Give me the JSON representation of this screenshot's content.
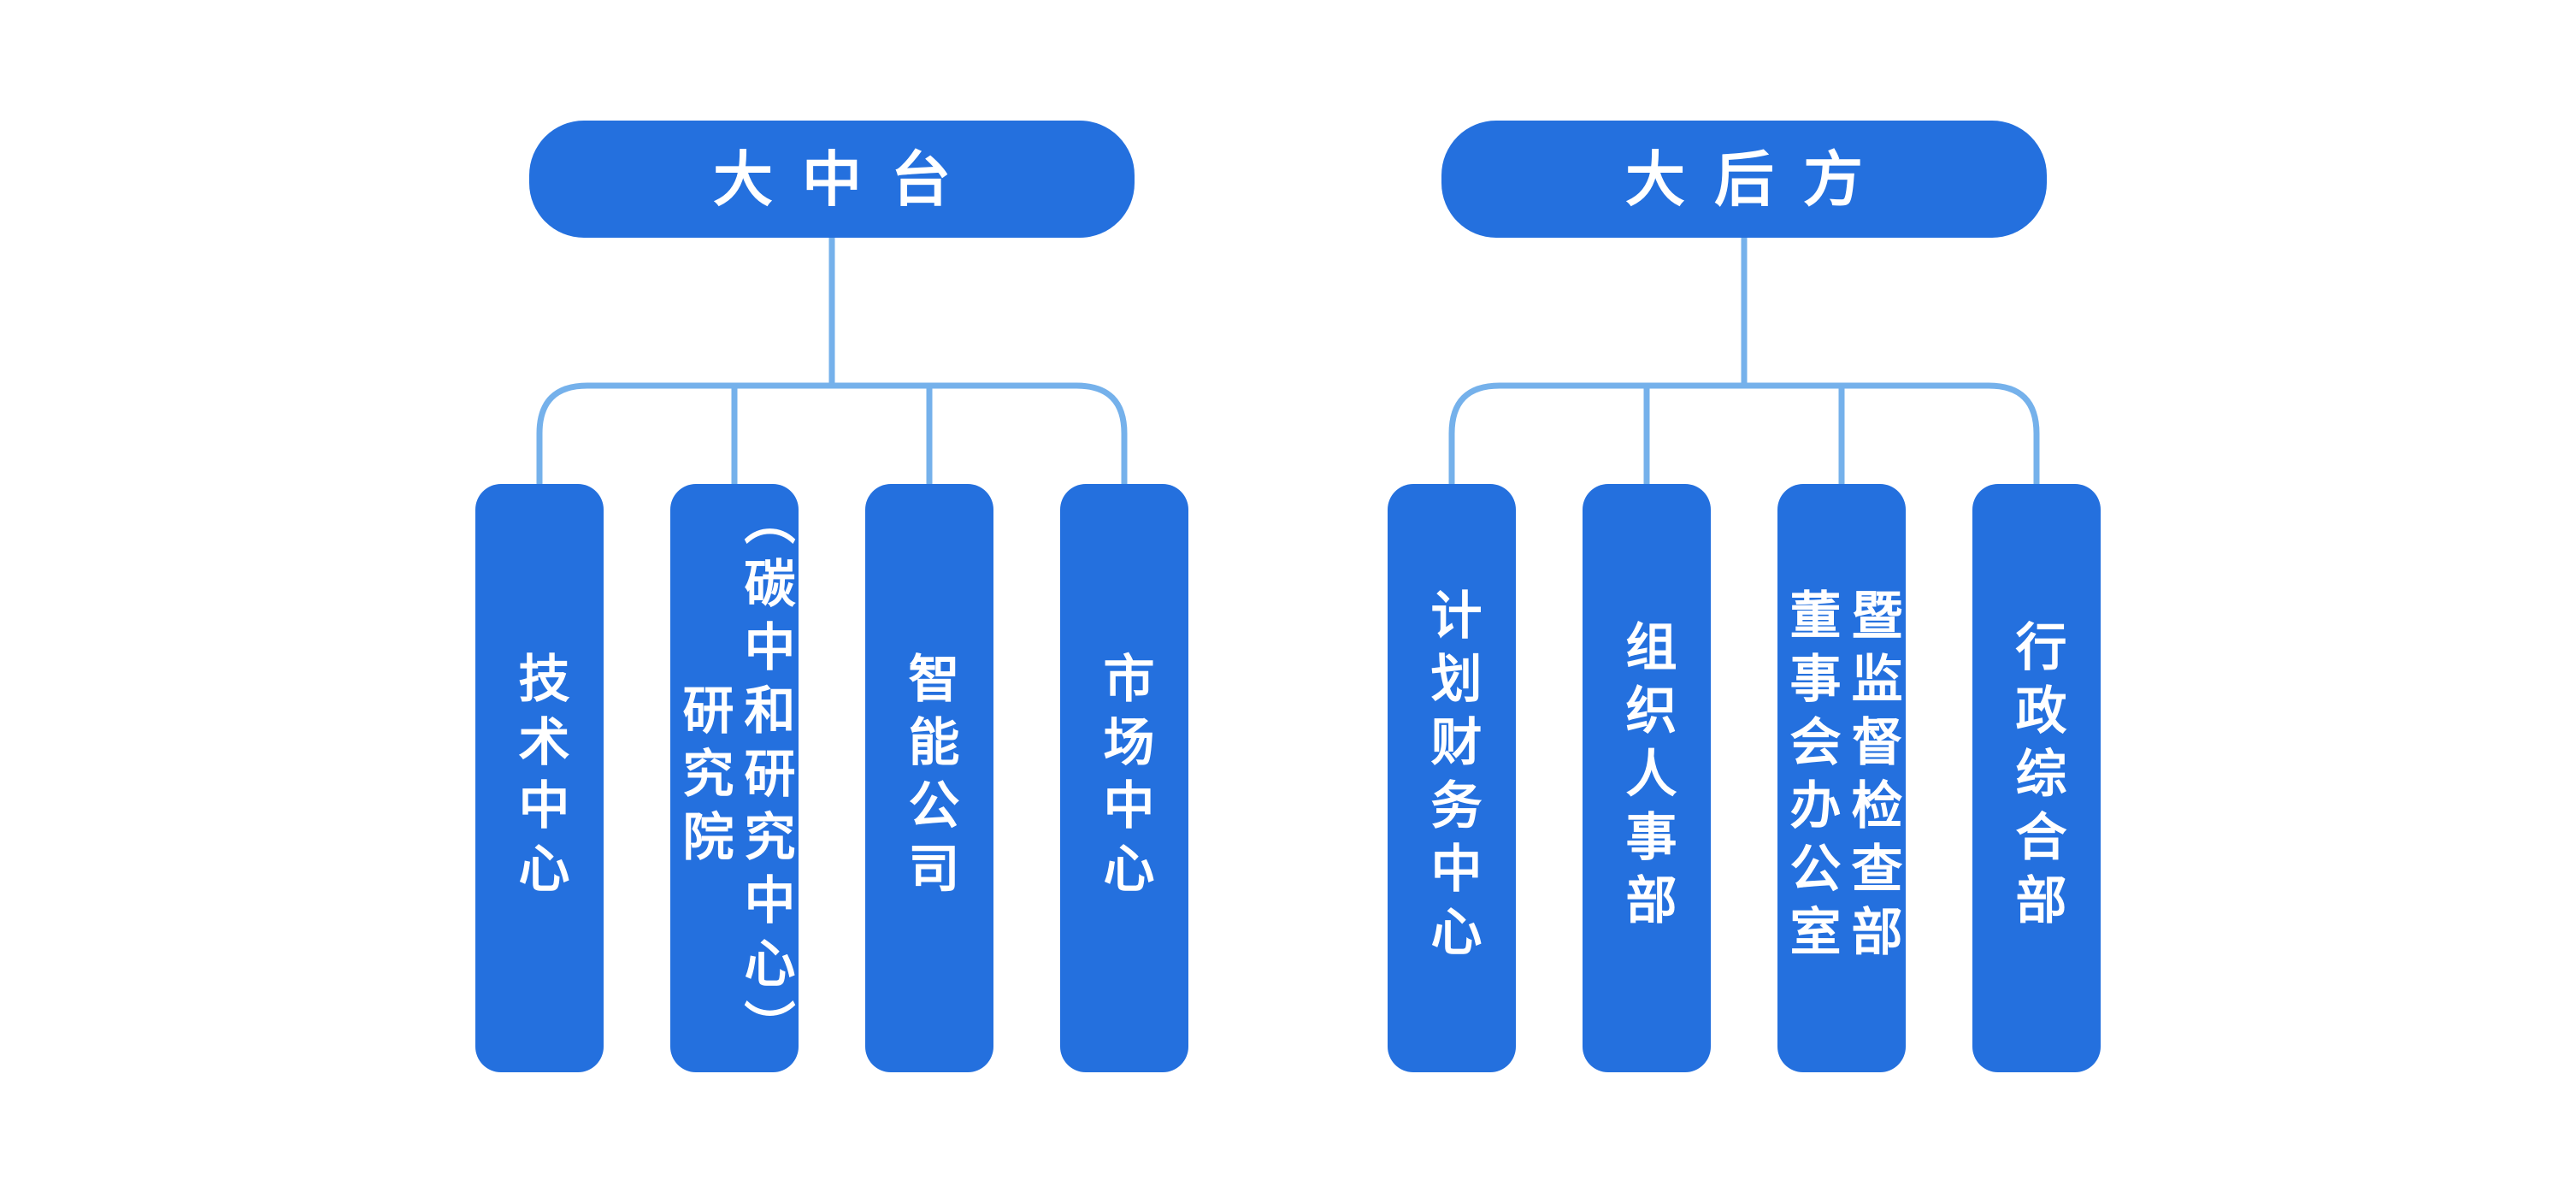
{
  "diagram": {
    "type": "org-chart",
    "background_color": "#ffffff",
    "node_color": "#2470DE",
    "connector_color": "#75B1EB",
    "node_text_color": "#ffffff",
    "groups": [
      {
        "parent": "大中台",
        "children": [
          "技术中心",
          "研究院\n（碳中和研究中心）",
          "智能公司",
          "市场中心"
        ]
      },
      {
        "parent": "大后方",
        "children": [
          "计划财务中心",
          "组织人事部",
          "董事会办公室\n暨监督检查部",
          "行政综合部"
        ]
      }
    ]
  }
}
